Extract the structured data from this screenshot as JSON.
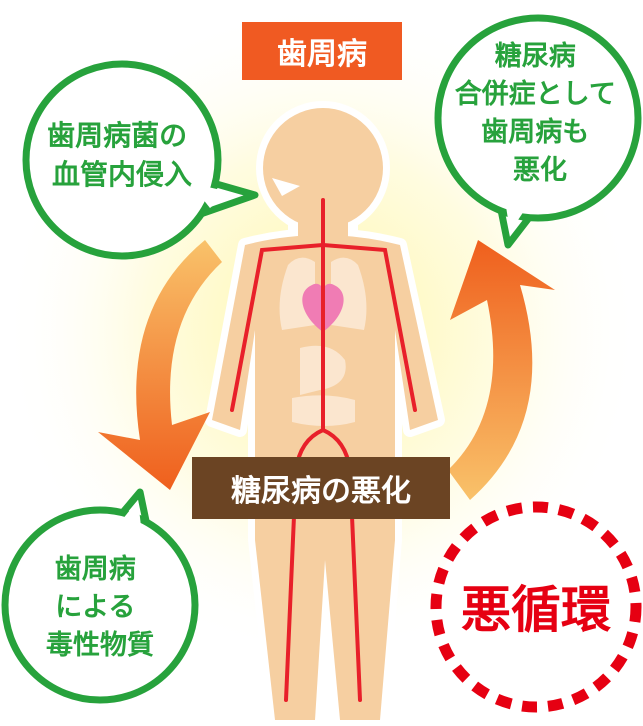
{
  "labels": {
    "periodontal_disease": "歯周病",
    "top_left_bubble": [
      "歯周病菌の",
      "血管内侵入"
    ],
    "top_right_bubble": [
      "糖尿病",
      "合併症として",
      "歯周病も",
      "悪化"
    ],
    "bottom_left_bubble": [
      "歯周病",
      "による",
      "毒性物質"
    ],
    "center_banner": "糖尿病の悪化",
    "vicious_cycle": "悪循環"
  },
  "colors": {
    "orange_label_bg": "#f05a22",
    "bubble_border": "#27a23c",
    "bubble_text": "#27a23c",
    "banner_bg": "#6b4423",
    "cycle_red": "#e60012",
    "arrow_orange": "#f39b1e",
    "body_fill": "#f6cfa1",
    "vessel_red": "#e8202a",
    "heart_pink": "#f07cb4"
  }
}
